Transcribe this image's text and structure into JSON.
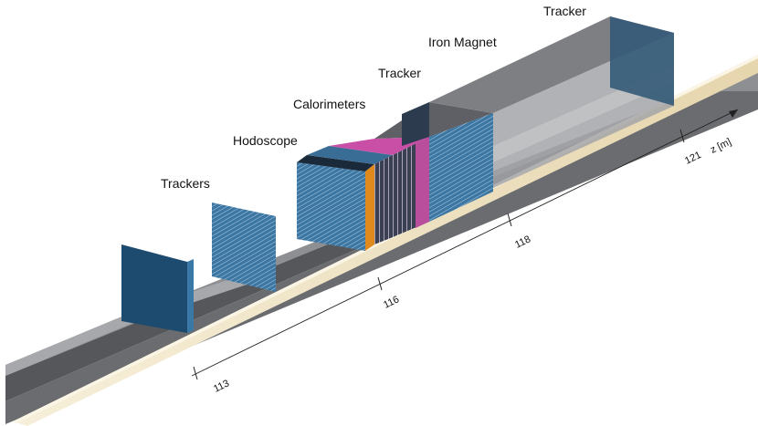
{
  "labels": {
    "trackers_front": "Trackers",
    "hodoscope": "Hodoscope",
    "calorimeters": "Calorimeters",
    "tracker_mid": "Tracker",
    "iron_magnet": "Iron Magnet",
    "tracker_end": "Tracker"
  },
  "axis": {
    "label": "z [m]",
    "ticks": [
      "113",
      "116",
      "118",
      "121"
    ]
  },
  "colors": {
    "tracker_blue": "#1f4f74",
    "floor_gray": "#77797c",
    "floor_dark": "#4d4f52",
    "beam_cream": "#efe3c2",
    "hodoscope_orange": "#e08a1e",
    "calorimeter_pink": "#c94fa6",
    "magnet_gray": "#8b8d90"
  }
}
